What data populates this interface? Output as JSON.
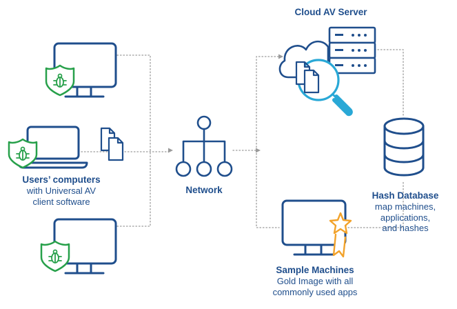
{
  "colors": {
    "primary": "#1f4e8c",
    "shield": "#27a04a",
    "magnifier": "#29a8d6",
    "star": "#f2a22a",
    "connector": "#9a9a9a"
  },
  "icons": {
    "monitor": "monitor-icon",
    "laptop": "laptop-icon",
    "shield": "bug-shield-icon",
    "documents": "documents-icon",
    "network": "network-tree-icon",
    "cloud": "cloud-icon",
    "server": "server-rack-icon",
    "magnifier": "magnifier-icon",
    "database": "database-icon",
    "award": "award-star-icon"
  },
  "users": {
    "title": "Users’ computers",
    "line1": "with Universal AV",
    "line2": "client software"
  },
  "network": {
    "title": "Network"
  },
  "cloud_server": {
    "title": "Cloud AV Server"
  },
  "hash_db": {
    "title": "Hash Database",
    "line1": "map machines,",
    "line2": "applications,",
    "line3": "and hashes"
  },
  "sample": {
    "title": "Sample Machines",
    "line1": "Gold Image with all",
    "line2": "commonly used apps"
  }
}
